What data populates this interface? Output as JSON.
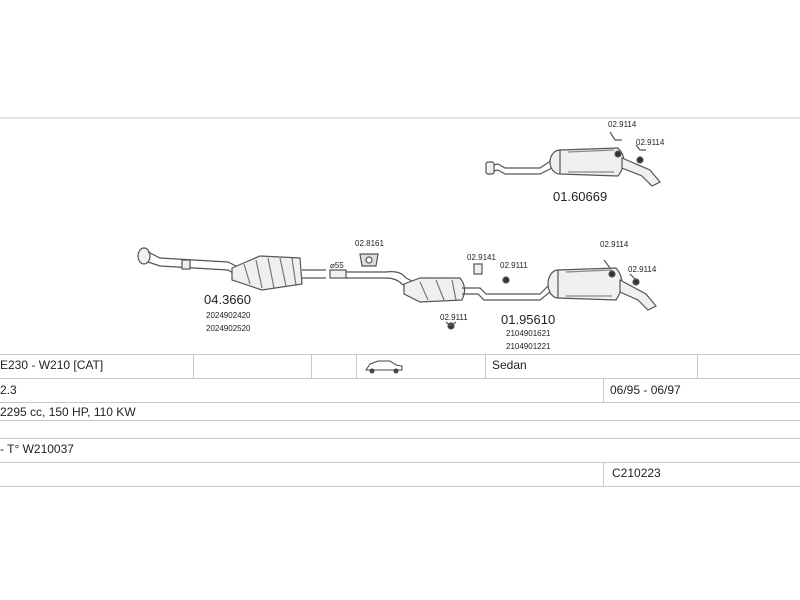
{
  "parts": {
    "rear_silencer_alt": {
      "code": "01.60669",
      "hangers": [
        "02.9114",
        "02.9114"
      ]
    },
    "front_catalyst": {
      "code": "04.3660",
      "oe": [
        "2024902420",
        "2024902520"
      ]
    },
    "front_mount_clamp": {
      "code": "02.8161"
    },
    "pipe_size": "⌀55",
    "middle_silencer_hanger": {
      "code": "02.9111"
    },
    "middle_clamp": {
      "code": "02.9141"
    },
    "rear_silencer": {
      "code": "01.95610",
      "oe": [
        "2104901621",
        "2104901221"
      ],
      "hangers": [
        "02.9114",
        "02.9114",
        "02.9111"
      ]
    }
  },
  "vehicle": {
    "model": "E230 - W210  [CAT]",
    "body": "Sedan",
    "engine": "2.3",
    "years": "06/95 - 06/97",
    "power": "2295 cc, 150 HP, 110 KW",
    "vin": "- T° W210037",
    "ref": "C210223"
  },
  "colors": {
    "line": "#555555",
    "grid": "#c8c8c8",
    "fill": "#e8e8e8"
  }
}
